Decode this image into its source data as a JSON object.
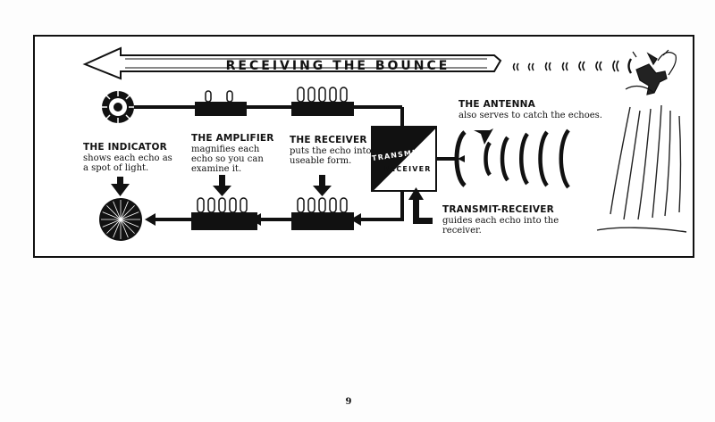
{
  "banner": {
    "title": "RECEIVING THE BOUNCE"
  },
  "tr_box": {
    "top": "TRANSMIT-",
    "bottom": "RECEIVER"
  },
  "indicator": {
    "heading": "THE INDICATOR",
    "desc_1": "shows each echo as",
    "desc_2": "a spot of light."
  },
  "amplifier": {
    "heading": "THE AMPLIFIER",
    "desc_1": "magnifies each",
    "desc_2": "echo so you can",
    "desc_3": "examine it."
  },
  "receiver": {
    "heading": "THE RECEIVER",
    "desc_1": "puts the echo into",
    "desc_2": "useable form."
  },
  "antenna": {
    "heading": "THE ANTENNA",
    "desc_1": "also serves to catch the echoes."
  },
  "transmit_receiver": {
    "heading": "TRANSMIT-RECEIVER",
    "desc_1": "guides each echo into the",
    "desc_2": "receiver."
  },
  "page": {
    "number": "9"
  }
}
